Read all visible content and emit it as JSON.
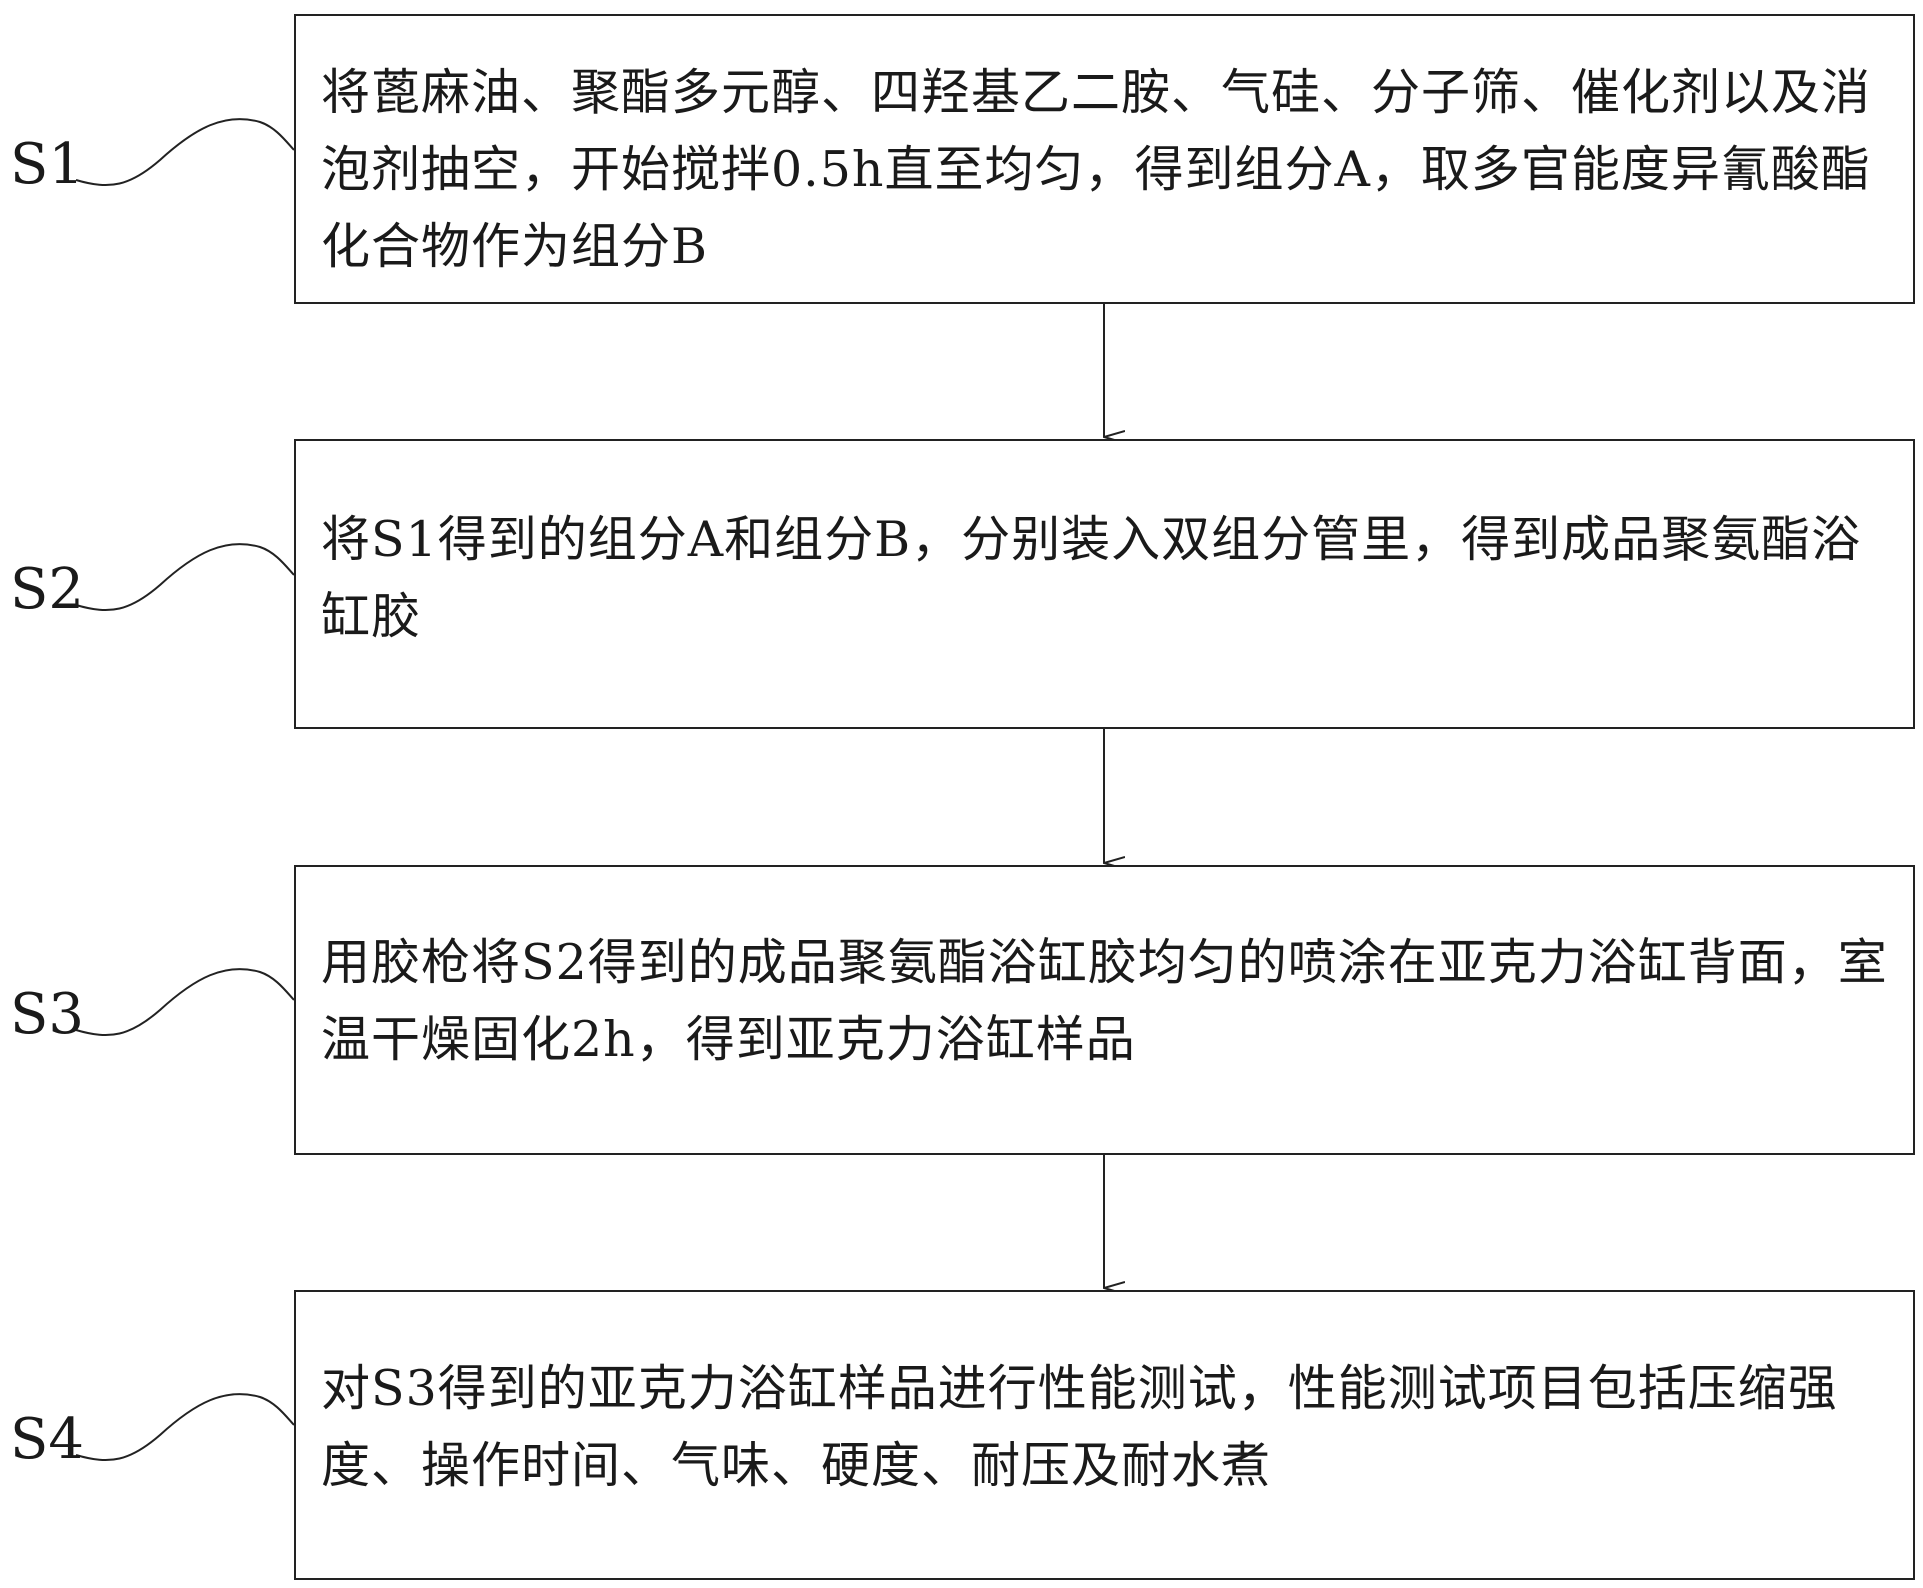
{
  "steps": [
    {
      "label": "S1",
      "text": "将蓖麻油、聚酯多元醇、四羟基乙二胺、气硅、分子筛、催化剂以及消泡剂抽空，开始搅拌0.5h直至均匀，得到组分A，取多官能度异氰酸酯化合物作为组分B"
    },
    {
      "label": "S2",
      "text": "将S1得到的组分A和组分B，分别装入双组分管里，得到成品聚氨酯浴缸胶"
    },
    {
      "label": "S3",
      "text": "用胶枪将S2得到的成品聚氨酯浴缸胶均匀的喷涂在亚克力浴缸背面，室温干燥固化2h，得到亚克力浴缸样品"
    },
    {
      "label": "S4",
      "text": "对S3得到的亚克力浴缸样品进行性能测试，性能测试项目包括压缩强度、操作时间、气味、硬度、耐压及耐水煮"
    }
  ]
}
